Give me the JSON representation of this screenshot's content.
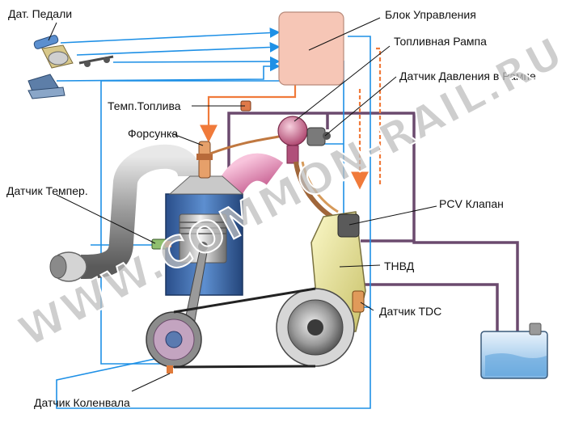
{
  "labels": {
    "pedal_sensor": "Дат. Педали",
    "control_unit": "Блок Управления",
    "fuel_rail": "Топливная Рампа",
    "rail_pressure_sensor": "Датчик Давления в Рампе",
    "fuel_temp": "Темп.Топлива",
    "injector": "Форсунка",
    "temp_sensor": "Датчик Темпер.",
    "pcv_valve": "PCV Клапан",
    "hp_pump": "ТНВД",
    "tdc_sensor": "Датчик TDC",
    "crank_sensor": "Датчик Коленвала"
  },
  "watermark": "WWW.COMMON-RAIL.RU",
  "colors": {
    "signal_line": "#1e90e6",
    "fuel_return": "#6b4a6e",
    "control_box": "#f6c6b6",
    "arrow_orange": "#f07a3a",
    "engine_block": "#3b6fb6",
    "pump_body": "#f4f0a8"
  }
}
